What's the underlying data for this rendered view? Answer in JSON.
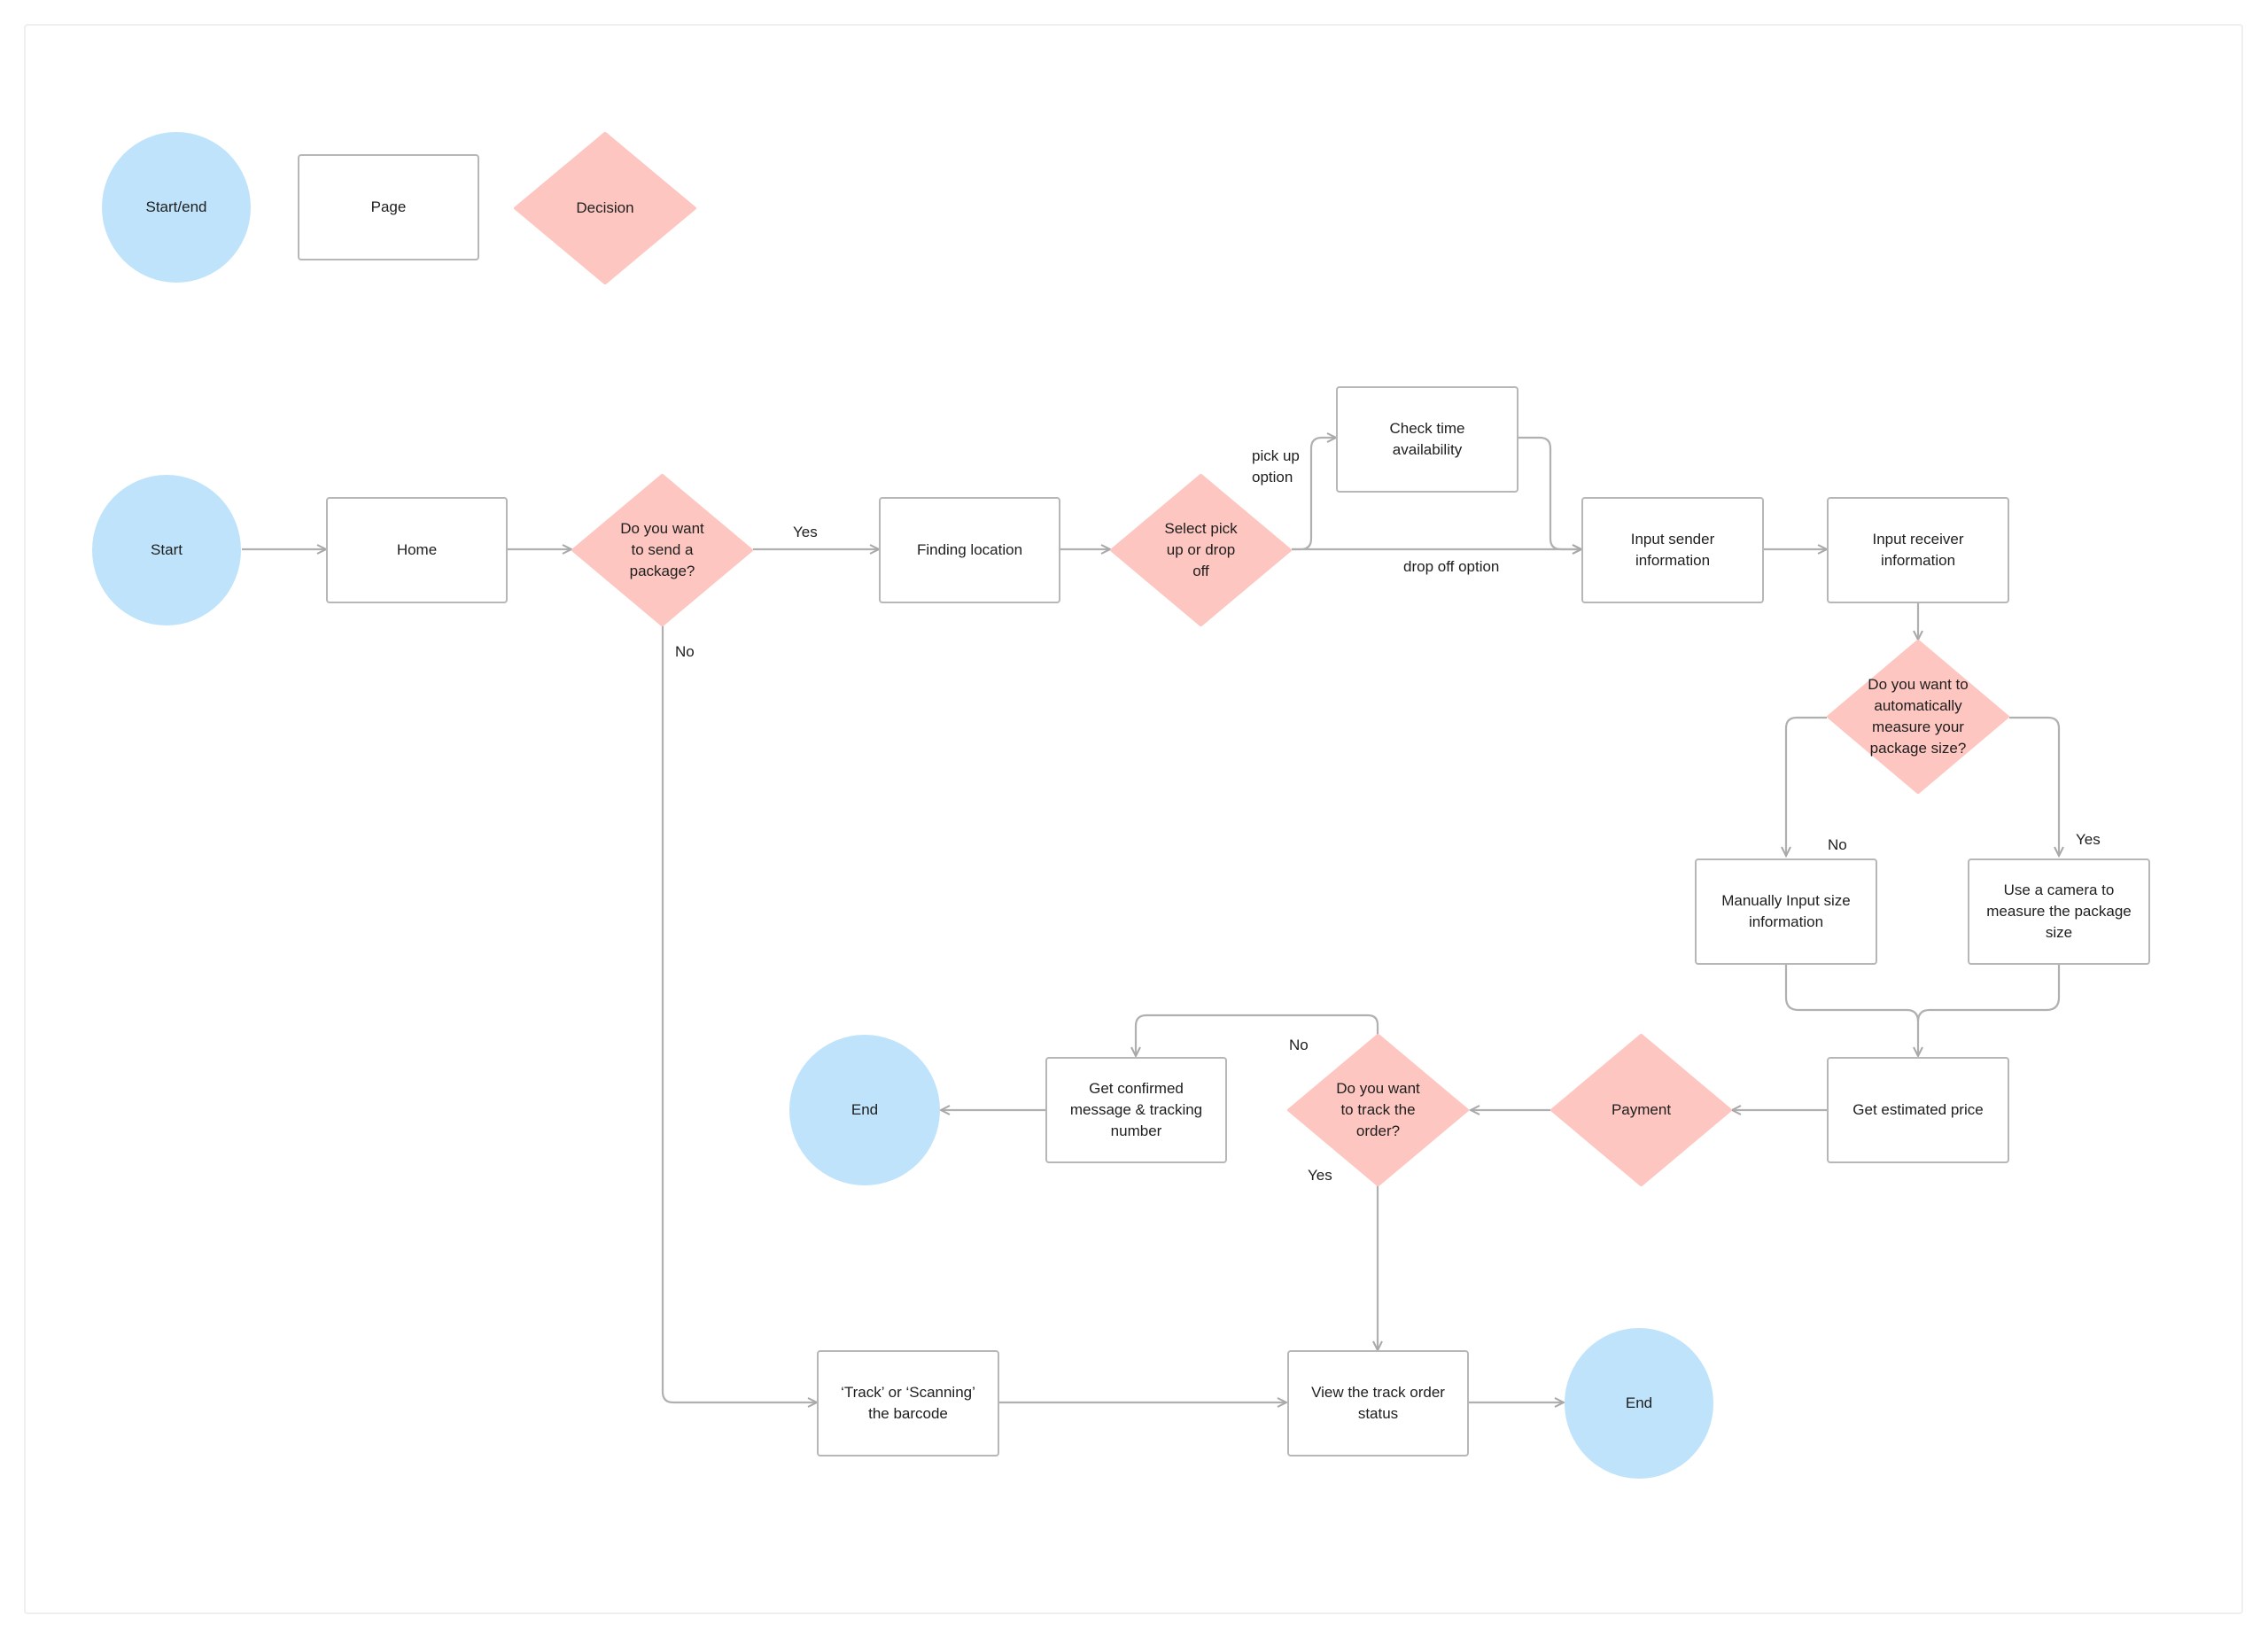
{
  "colors": {
    "start_end": "#bfe3fb",
    "decision": "#fec6c0",
    "page_border": "#b7b7b7",
    "connector": "#b0b0b0"
  },
  "legend": {
    "start_end": "Start/end",
    "page": "Page",
    "decision": "Decision"
  },
  "nodes": {
    "start": "Start",
    "home": "Home",
    "send_decision": "Do you want\nto send a\npackage?",
    "finding_location": "Finding location",
    "pickup_decision": "Select pick\nup or drop\noff",
    "check_time": "Check time\navailability",
    "sender_info": "Input sender\ninformation",
    "receiver_info": "Input receiver\ninformation",
    "measure_decision": "Do  you want to\nautomatically\nmeasure your\npackage size?",
    "manual_input": "Manually Input size\ninformation",
    "camera_measure": "Use a camera to\nmeasure the package\nsize",
    "estimated_price": "Get estimated price",
    "payment": "Payment",
    "track_decision": "Do you want\nto track the\norder?",
    "confirmed_message": "Get confirmed\nmessage & tracking\nnumber",
    "end_1": "End",
    "track_scanning": "‘Track’ or ‘Scanning’\nthe barcode",
    "view_status": "View the track order\nstatus",
    "end_2": "End"
  },
  "edge_labels": {
    "yes_send": "Yes",
    "no_send": "No",
    "pick_up_option": "pick up\noption",
    "drop_off_option": "drop off option",
    "no_measure": "No",
    "yes_measure": "Yes",
    "no_track": "No",
    "yes_track": "Yes"
  }
}
